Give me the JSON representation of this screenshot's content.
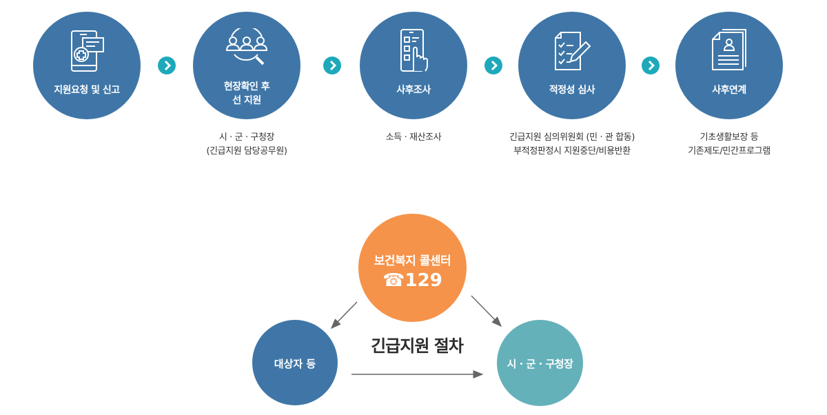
{
  "steps": [
    {
      "label": "지원요청 및 신고",
      "icon": "phone-chat-medical-icon",
      "desc": []
    },
    {
      "label_lines": [
        "현장확인 후",
        "선 지원"
      ],
      "icon": "people-search-icon",
      "desc": [
        "시 · 군 · 구청장",
        "(긴급지원 담당공무원)"
      ]
    },
    {
      "label": "사후조사",
      "icon": "phone-checklist-touch-icon",
      "desc": [
        "소득 · 재산조사"
      ]
    },
    {
      "label": "적정성 심사",
      "icon": "checklist-pencil-icon",
      "desc": [
        "긴급지원 심의위원회 (민 · 관 합동)",
        "부적정판정시 지원중단/비용반환"
      ]
    },
    {
      "label": "사후연계",
      "icon": "profile-document-icon",
      "desc": [
        "기초생활보장 등",
        "기존제도/민간프로그램"
      ]
    }
  ],
  "procedure": {
    "title": "긴급지원 절차",
    "callcenter": {
      "name": "보건복지 콜센터",
      "phone_icon": "☎",
      "number": "129"
    },
    "target": "대상자 등",
    "local_gov": "시 · 군 · 구청장"
  },
  "colors": {
    "step": "#3f76a7",
    "chevron": "#1ea9bb",
    "orange": "#f5934a",
    "teal": "#64b1ba",
    "arrow": "#666666"
  }
}
